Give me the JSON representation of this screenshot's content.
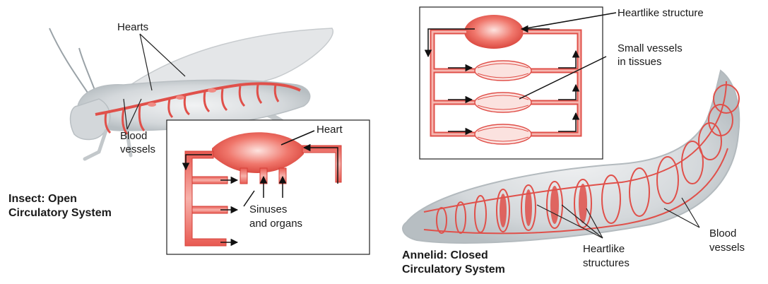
{
  "insect": {
    "hearts_label": "Hearts",
    "blood_vessels_line1": "Blood",
    "blood_vessels_line2": "vessels",
    "title_line1": "Insect: Open",
    "title_line2": "Circulatory System",
    "inset": {
      "heart_label": "Heart",
      "sinuses_line1": "Sinuses",
      "sinuses_line2": "and organs"
    }
  },
  "annelid": {
    "inset": {
      "heartlike_structure_label": "Heartlike structure",
      "small_vessels_line1": "Small vessels",
      "small_vessels_line2": "in tissues"
    },
    "heartlike_structures_line1": "Heartlike",
    "heartlike_structures_line2": "structures",
    "blood_vessels_line1": "Blood",
    "blood_vessels_line2": "vessels",
    "title_line1": "Annelid: Closed",
    "title_line2": "Circulatory System"
  },
  "colors": {
    "vessel_red": "#e0504a",
    "vessel_light": "#f3a39c",
    "body_gray": "#d9dcde",
    "body_shadow": "#b9bfc3",
    "outline": "#222222"
  }
}
